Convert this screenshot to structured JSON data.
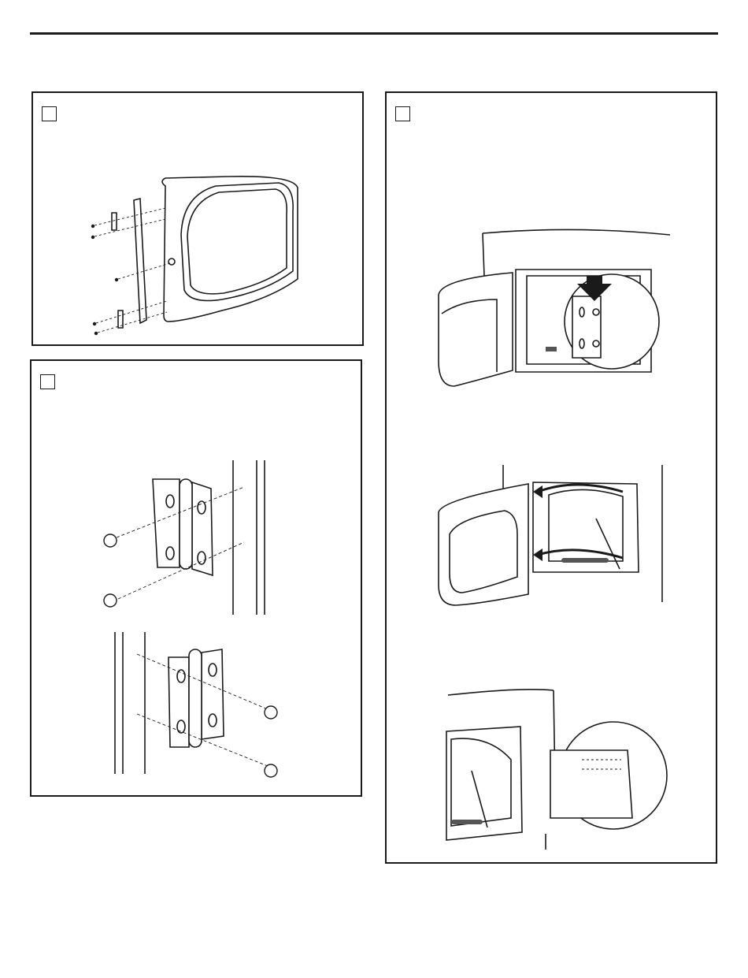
{
  "document": {
    "page_text": "",
    "panels": [
      {
        "id": "panel-top-left",
        "step_label": ""
      },
      {
        "id": "panel-bottom-left",
        "step_label": ""
      },
      {
        "id": "panel-right",
        "step_label": ""
      }
    ]
  },
  "colors": {
    "ink": "#1a1a1a",
    "paper": "#ffffff",
    "shade": "#555555"
  },
  "icons": [
    "screw-icon",
    "hinge-icon",
    "arrow-down-icon",
    "curved-arrow-icon"
  ]
}
